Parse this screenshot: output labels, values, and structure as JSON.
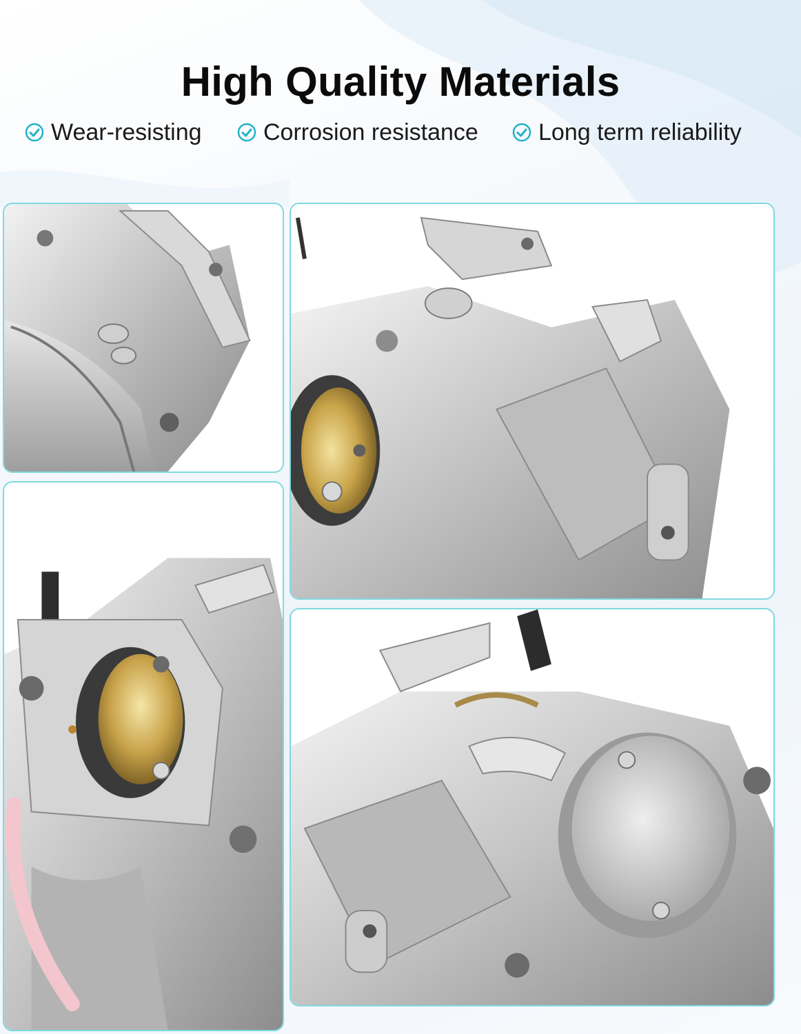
{
  "page": {
    "title": "High Quality Materials",
    "features": [
      {
        "label": "Wear-resisting",
        "icon": "check-circle-icon"
      },
      {
        "label": "Corrosion resistance",
        "icon": "check-circle-icon"
      },
      {
        "label": "Long term reliability",
        "icon": "check-circle-icon"
      }
    ],
    "colors": {
      "accent": "#20b3c6",
      "panel_border": "#7fd9df",
      "title": "#0b0b0b"
    }
  },
  "panels": [
    {
      "subject": "carburetor-bracket-closeup"
    },
    {
      "subject": "carburetor-top-linkage-closeup"
    },
    {
      "subject": "carburetor-throttle-bore-closeup"
    },
    {
      "subject": "carburetor-choke-plate-closeup"
    }
  ]
}
